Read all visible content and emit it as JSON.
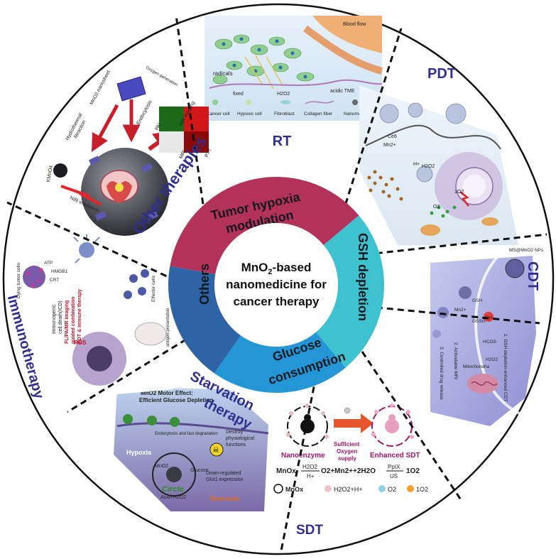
{
  "center": {
    "line1": "MnO",
    "line1_sub": "2",
    "line1_rest": "-based",
    "line2": "nanomedicine for",
    "line3": "cancer therapy"
  },
  "ring_segments": [
    {
      "key": "tumor",
      "line1": "Tumor hypoxia",
      "line2": "modulation",
      "color": "#b3325a"
    },
    {
      "key": "gsh",
      "line1": "GSH depletion",
      "color": "#3fc2cf"
    },
    {
      "key": "glucose",
      "line1": "Glucose",
      "line2": "consumption",
      "color": "#2496d6"
    },
    {
      "key": "others",
      "line1": "Others",
      "color": "#2e64a6"
    }
  ],
  "outer_labels": {
    "rt": "RT",
    "pdt": "PDT",
    "cdt": "CDT",
    "sdt": "SDT",
    "starvation_1": "Starvation",
    "starvation_2": "therapy",
    "immunotherapy": "Immunotherapy",
    "other_therapies": "Other therapies"
  },
  "panel_text": {
    "rt": {
      "cancer_cell": "Cancer cell",
      "hypoxic_cell": "Hypoxic cell",
      "fibroblast": "Fibroblast",
      "collagen": "Collagen fiber",
      "nanomaterial": "Nanomaterial",
      "blood_flow": "Blood flow",
      "radicals": "radicals",
      "fixed": "fixed",
      "h2o2": "H2O2",
      "acidic": "acidic TME"
    },
    "pdt": {
      "ce6": "Ce6",
      "mn": "Mn2+",
      "h": "H+",
      "h2o2": "H2O2",
      "o2": "O2",
      "singlet": "1O2"
    },
    "cdt": {
      "np": "MS@MnO2 NPs",
      "gsh": "GSH",
      "gssg": "GSSG",
      "hco3": "HCO3-",
      "oh": "·OH",
      "mn2": "Mn2+",
      "h2o2": "H2O2",
      "mito": "Mitochondria",
      "s1": "1. GSH depletion-enhanced CDT",
      "s2": "2. Activatable MRI",
      "s3": "3. Controlled drug release"
    },
    "sdt": {
      "nano": "Nanoenzyme",
      "sufficient": "Sufficient",
      "oxygen": "Oxygen",
      "supply": "supply",
      "enhanced": "Enhanced SDT",
      "mnox": "MnOx",
      "h2o2": "H2O2",
      "h": "H+",
      "eq_mid": "O2+Mn2++2H2O",
      "pplx": "PpIX",
      "us": "US",
      "o2": "1O2",
      "leg1": "MnOx",
      "leg2": "H2O2+H+",
      "leg3": "O2",
      "leg4": "1O2"
    },
    "starvation": {
      "title1": "MnO2 Motor Effect:",
      "title2": "Efficient Glucose Depleting",
      "endo": "Endocytosis and fast degradation",
      "hypoxia": "Hypoxia",
      "circle": "Circle",
      "glucose": "Glucose",
      "acid": "Acid+H2O2",
      "down1": "Down-regulated",
      "down2": "Glut1 expression",
      "destroy1": "Destroy",
      "destroy2": "physiological",
      "destroy3": "functions",
      "normoxia": "Normoxia",
      "mno2": "MnO2"
    },
    "immuno": {
      "ros": "ROS",
      "icd1": "immunogenic",
      "icd2": "cell death(ICD)",
      "flpm1": "FL/PA/MR imaging",
      "flpm2": "guided combination",
      "flpm3": "PDT & immune therapy",
      "effector": "Effector cells",
      "dc": "Dying tumor cells",
      "atp": "ATP",
      "hmgb1": "HMGB1",
      "crt": "CRT",
      "antigen": "antigen presentation"
    },
    "other": {
      "kmno4": "KMnO4",
      "hydro1": "Hydrothermal",
      "hydro2": "Reaction",
      "nanosheet": "MnO2 nanosheet",
      "oxygen": "Oxygen generation",
      "endo": "Endocytosis",
      "pai": "PAI",
      "nir_img": "NIR imaging",
      "mri": "MRI",
      "ptt": "PTT",
      "nir": "NIR irradiation"
    }
  }
}
